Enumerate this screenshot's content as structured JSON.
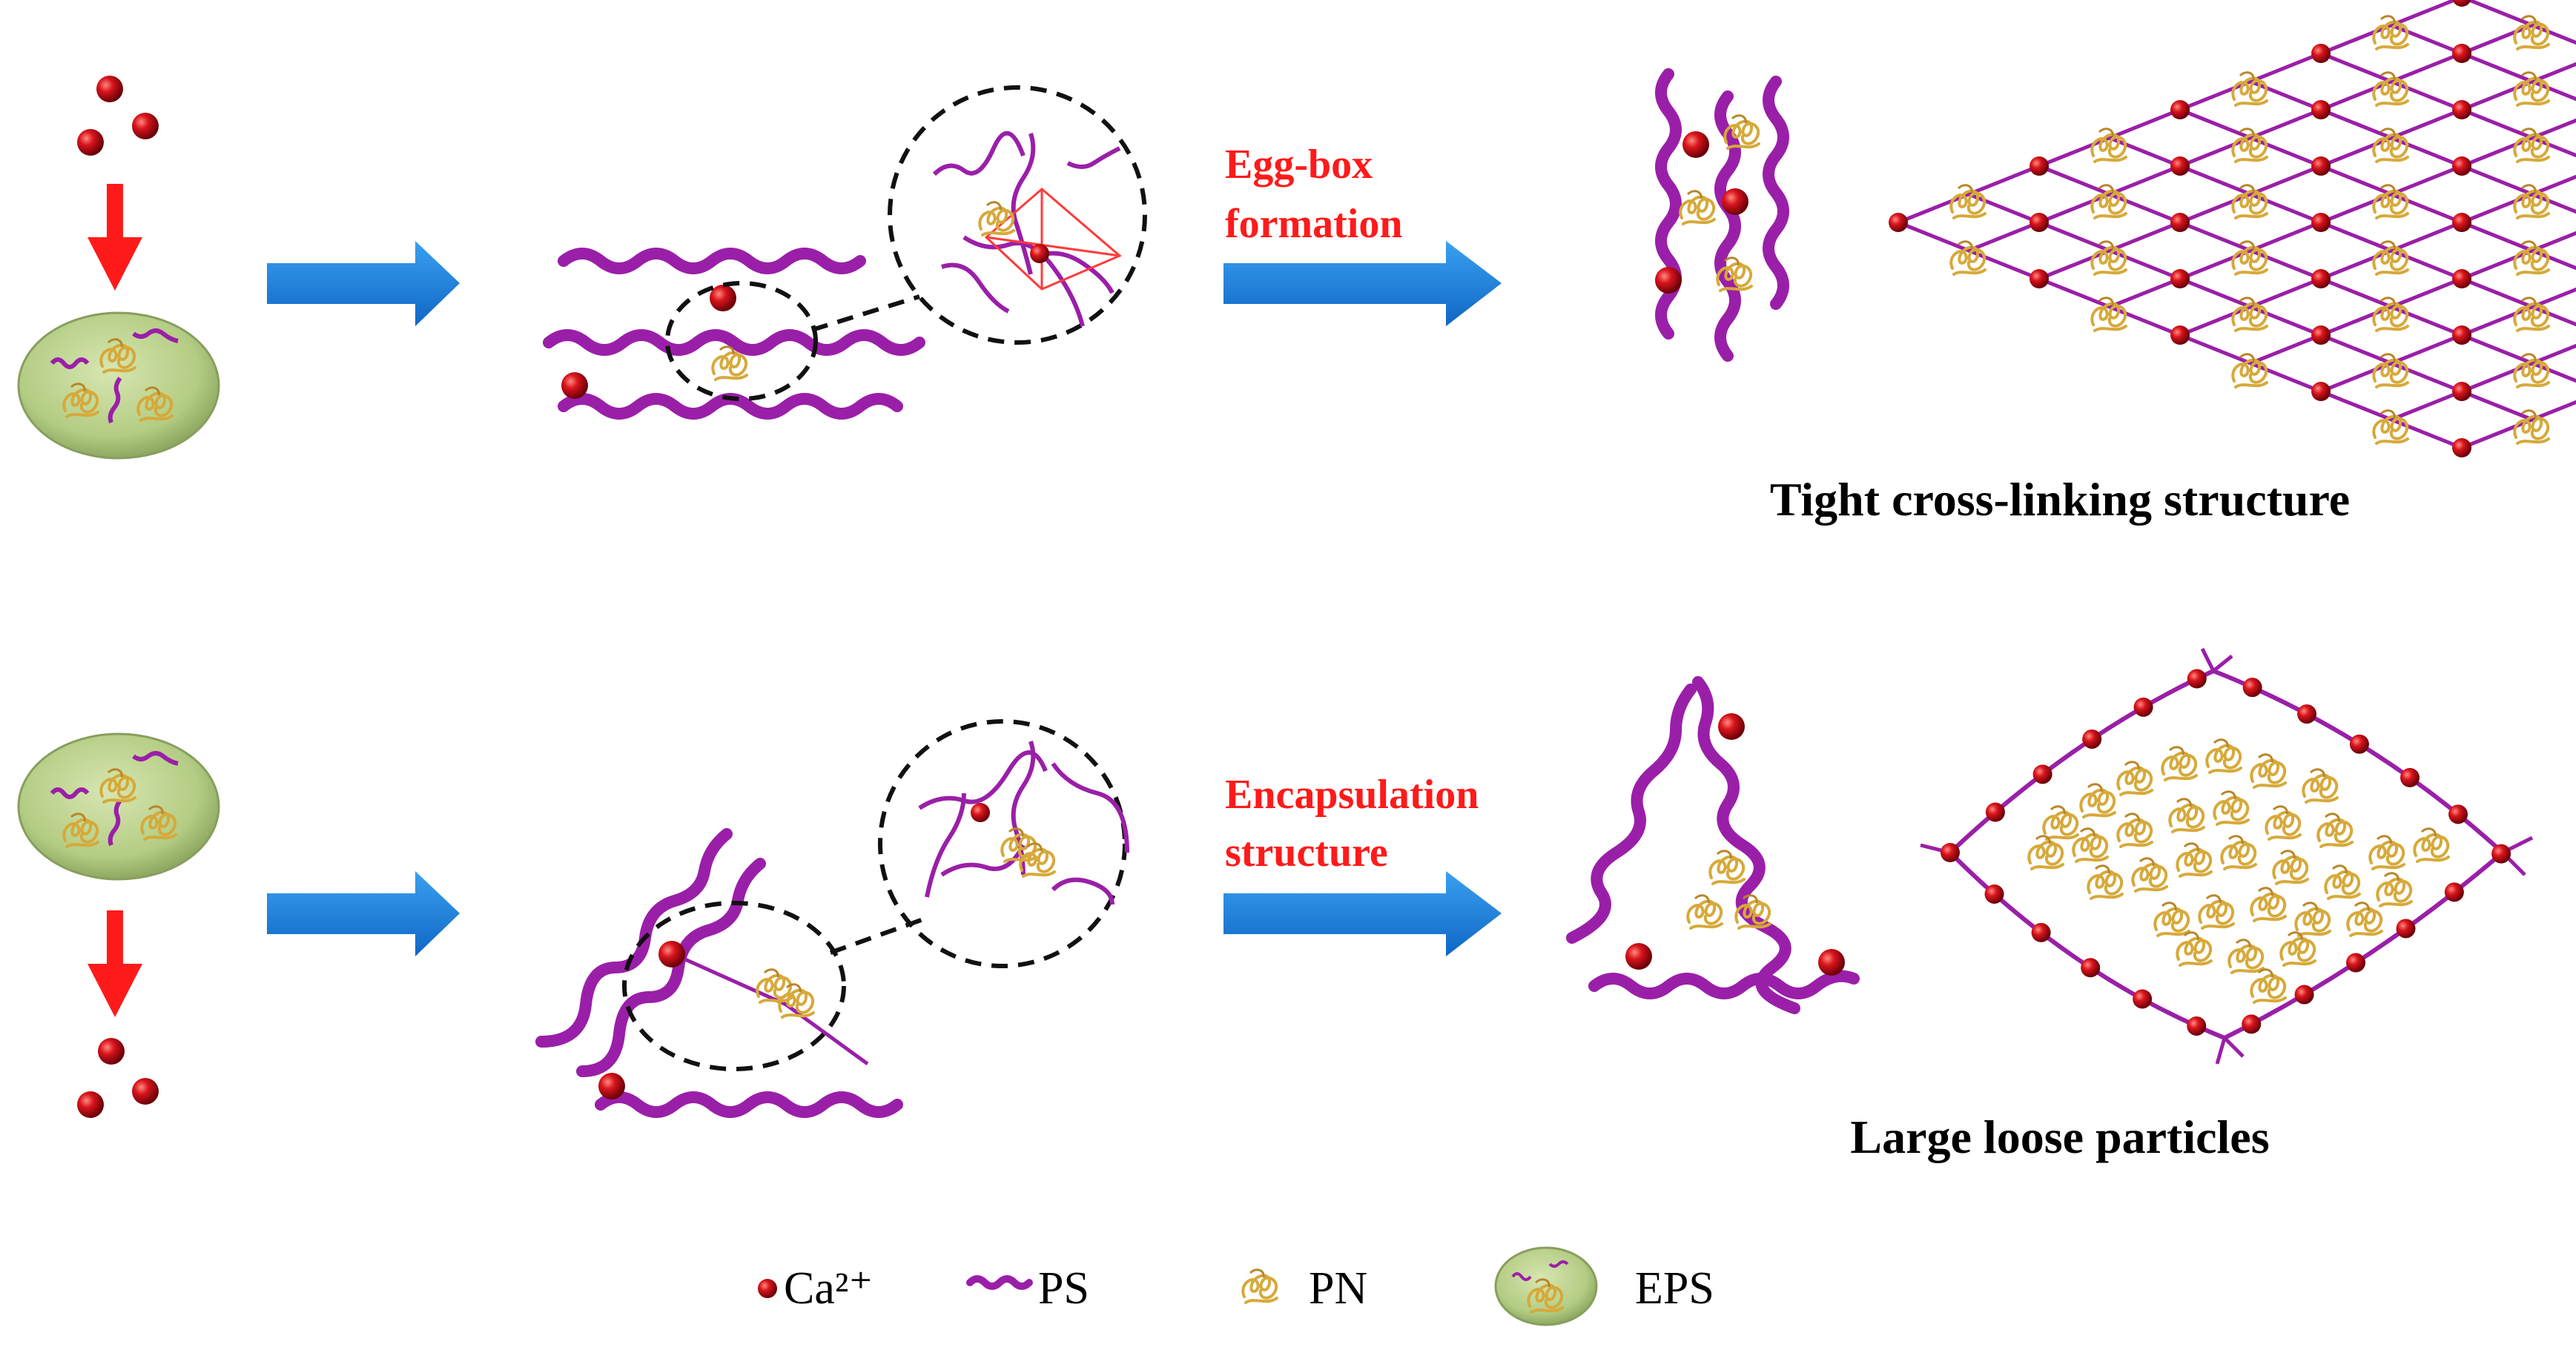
{
  "top_row": {
    "process_label_line1": "Egg-box",
    "process_label_line2": "formation",
    "result_caption": "Tight cross-linking structure"
  },
  "bottom_row": {
    "process_label_line1": "Encapsulation",
    "process_label_line2": "structure",
    "result_caption": "Large loose particles"
  },
  "legend": {
    "ca": "Ca²⁺",
    "ps": "PS",
    "pn": "PN",
    "eps": "EPS"
  },
  "colors": {
    "ps_chain": "#9a1fa8",
    "calcium": "#c4121a",
    "pn": "#d6a93a",
    "eps_fill": "#b9cf8a",
    "arrow_blue": "#1a7ad9",
    "arrow_red": "#ff1a1a"
  }
}
